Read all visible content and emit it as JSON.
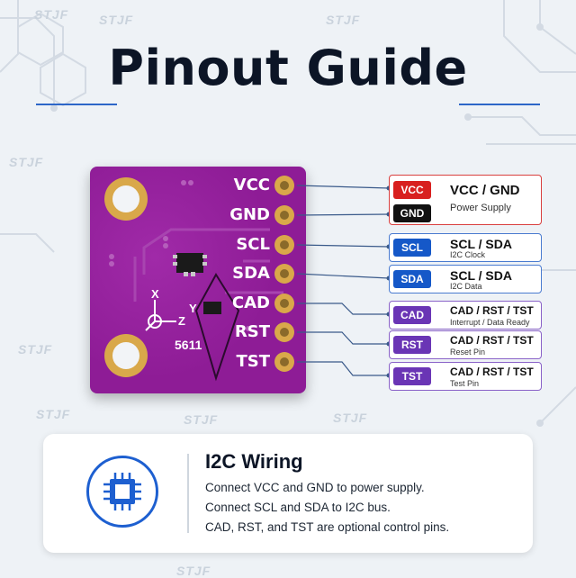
{
  "title": "Pinout Guide",
  "watermark": "STJF",
  "board": {
    "pins": [
      "VCC",
      "GND",
      "SCL",
      "SDA",
      "CAD",
      "RST",
      "TST"
    ],
    "silkscreen": {
      "x": "X",
      "y": "Y",
      "z": "Z",
      "model": "5611"
    }
  },
  "callouts": [
    {
      "badge": "VCC",
      "title": "VCC / GND",
      "subtitle": "Power Supply",
      "badge_color": "#d8201f"
    },
    {
      "badge": "GND",
      "title": "",
      "subtitle": "",
      "badge_color": "#111111"
    },
    {
      "badge": "SCL",
      "title": "SCL / SDA",
      "subtitle": "I2C Clock",
      "badge_color": "#1558c8"
    },
    {
      "badge": "SDA",
      "title": "SCL / SDA",
      "subtitle": "I2C Data",
      "badge_color": "#1558c8"
    },
    {
      "badge": "CAD",
      "title": "CAD / RST / TST",
      "subtitle": "Interrupt / Data Ready",
      "badge_color": "#6a35b5"
    },
    {
      "badge": "RST",
      "title": "CAD / RST / TST",
      "subtitle": "Reset Pin",
      "badge_color": "#6a35b5"
    },
    {
      "badge": "TST",
      "title": "CAD / RST / TST",
      "subtitle": "Test Pin",
      "badge_color": "#6a35b5"
    }
  ],
  "wiring": {
    "title": "I2C Wiring",
    "lines": [
      "Connect VCC and GND to power supply.",
      "Connect SCL and SDA to I2C bus.",
      "CAD, RST, and TST are optional control pins."
    ]
  },
  "colors": {
    "board": "#8e1c96",
    "accent": "#1d5fd0",
    "pad": "#d9a84a"
  }
}
